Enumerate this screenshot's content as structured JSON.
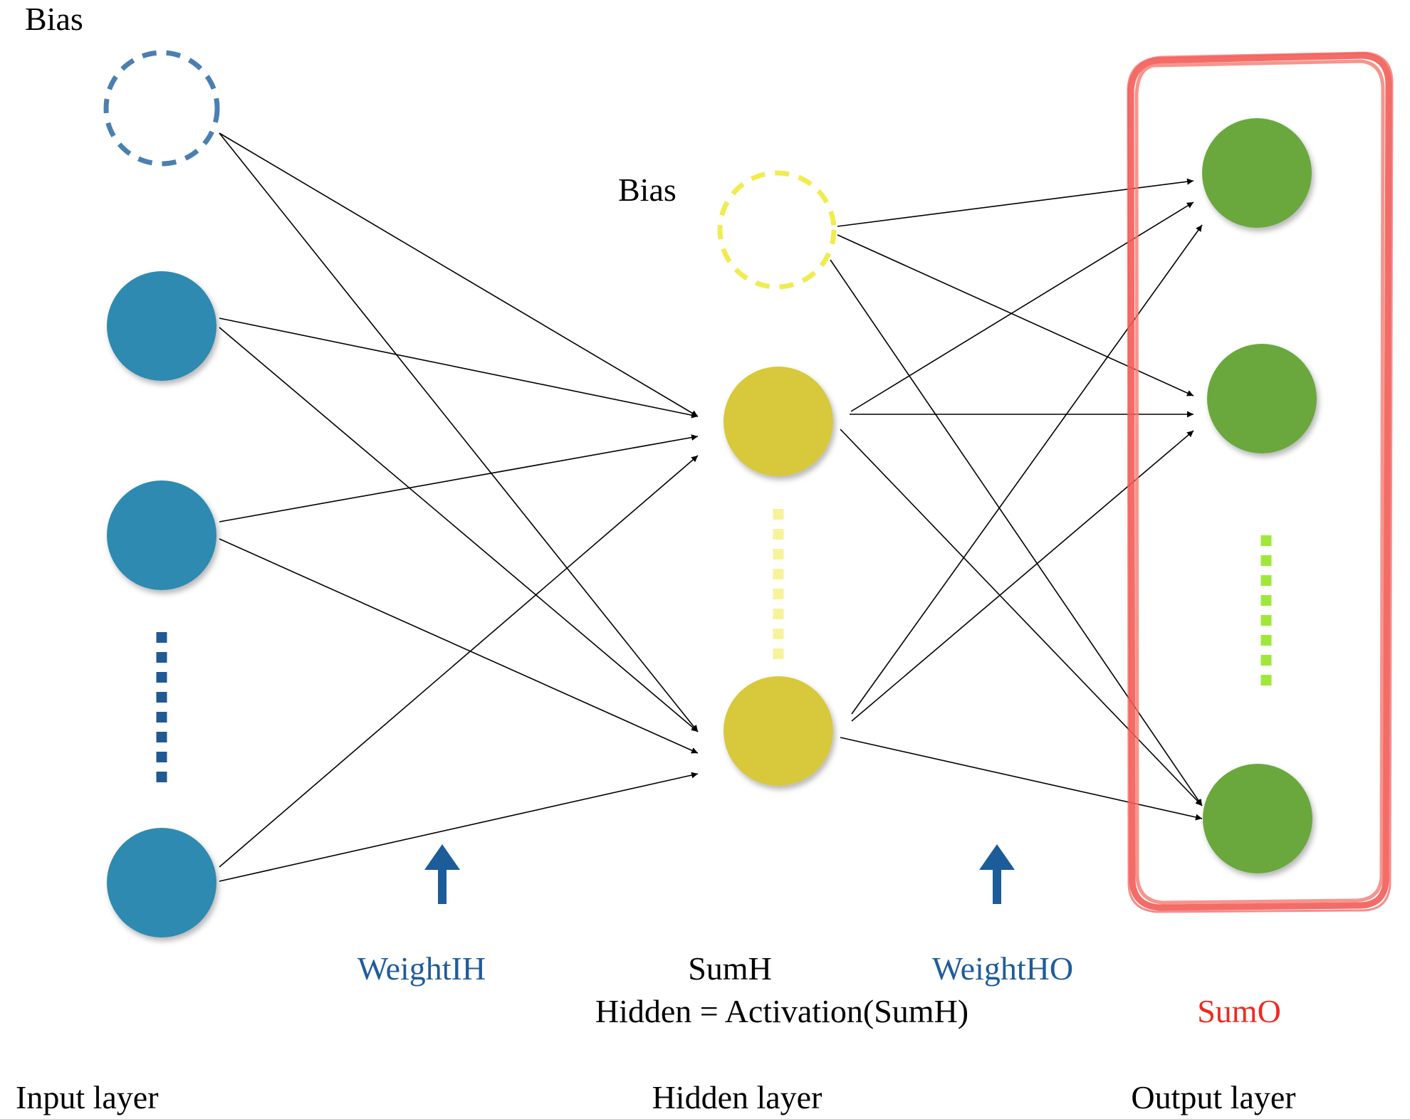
{
  "labels": {
    "bias_input": "Bias",
    "bias_hidden": "Bias",
    "weight_ih": "WeightIH",
    "sum_h": "SumH",
    "hidden_formula": "Hidden = Activation(SumH)",
    "weight_ho": "WeightHO",
    "sum_o": "SumO",
    "input_layer": "Input layer",
    "hidden_layer": "Hidden layer",
    "output_layer": "Output layer"
  },
  "colors": {
    "input_node": "#2e8ab0",
    "input_bias": "#4a7fb0",
    "hidden_node": "#d8c83a",
    "hidden_bias": "#f0ec50",
    "hidden_dots": "#f6f39a",
    "output_node": "#6aa83e",
    "output_dots": "#9fe83a",
    "highlight_box": "#f25c58",
    "weight_label": "#1f5c9a",
    "sum_o_label": "#ee2a1f",
    "arrow": "#1c5c98",
    "input_dots": "#1f5a94"
  }
}
